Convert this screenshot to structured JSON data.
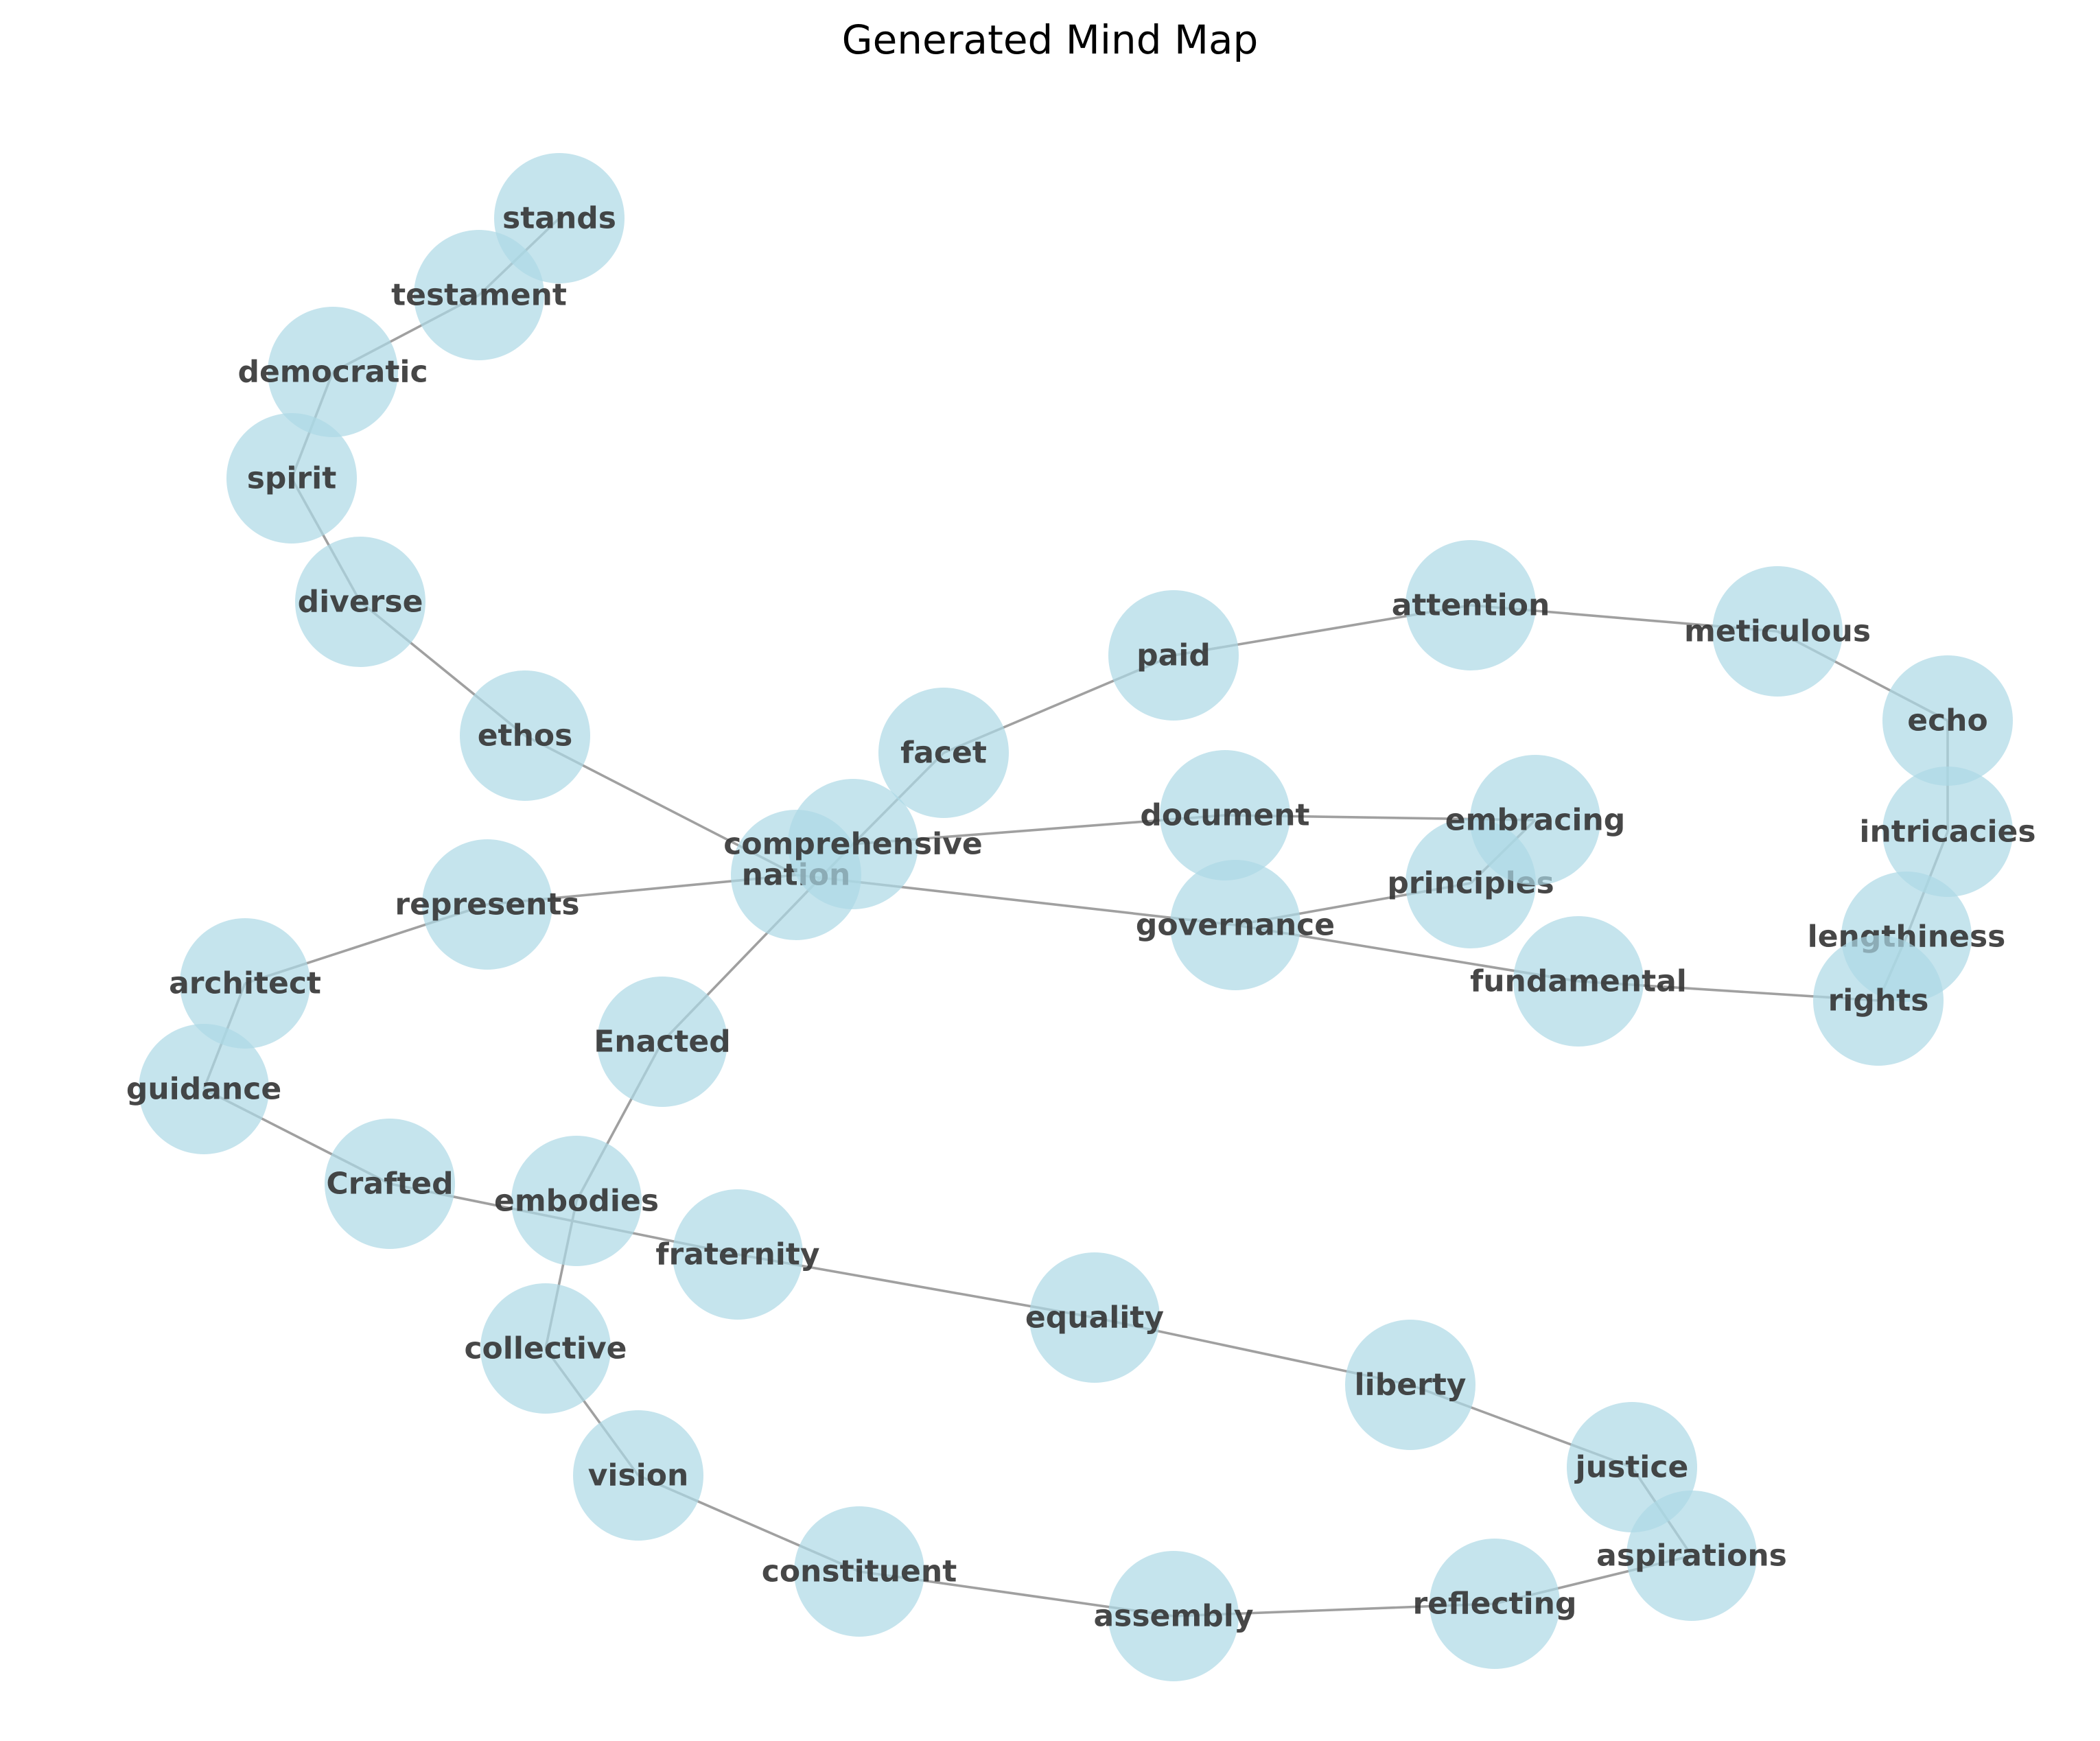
{
  "title": "Generated Mind Map",
  "colors": {
    "node_fill": "#add8e6",
    "edge": "#a0a0a0",
    "label": "#333333",
    "title": "#000000"
  },
  "nodes": [
    {
      "id": "stands",
      "label": "stands"
    },
    {
      "id": "testament",
      "label": "testament"
    },
    {
      "id": "democratic",
      "label": "democratic"
    },
    {
      "id": "spirit",
      "label": "spirit"
    },
    {
      "id": "diverse",
      "label": "diverse"
    },
    {
      "id": "ethos",
      "label": "ethos"
    },
    {
      "id": "nation",
      "label": "nation"
    },
    {
      "id": "comprehensive",
      "label": "comprehensive"
    },
    {
      "id": "facet",
      "label": "facet"
    },
    {
      "id": "paid",
      "label": "paid"
    },
    {
      "id": "attention",
      "label": "attention"
    },
    {
      "id": "meticulous",
      "label": "meticulous"
    },
    {
      "id": "echo",
      "label": "echo"
    },
    {
      "id": "intricacies",
      "label": "intricacies"
    },
    {
      "id": "lengthiness",
      "label": "lengthiness"
    },
    {
      "id": "rights",
      "label": "rights"
    },
    {
      "id": "fundamental",
      "label": "fundamental"
    },
    {
      "id": "governance",
      "label": "governance"
    },
    {
      "id": "principles",
      "label": "principles"
    },
    {
      "id": "embracing",
      "label": "embracing"
    },
    {
      "id": "document",
      "label": "document"
    },
    {
      "id": "represents",
      "label": "represents"
    },
    {
      "id": "architect",
      "label": "architect"
    },
    {
      "id": "guidance",
      "label": "guidance"
    },
    {
      "id": "Crafted",
      "label": "Crafted"
    },
    {
      "id": "embodies",
      "label": "embodies"
    },
    {
      "id": "Enacted",
      "label": "Enacted"
    },
    {
      "id": "fraternity",
      "label": "fraternity"
    },
    {
      "id": "equality",
      "label": "equality"
    },
    {
      "id": "liberty",
      "label": "liberty"
    },
    {
      "id": "justice",
      "label": "justice"
    },
    {
      "id": "aspirations",
      "label": "aspirations"
    },
    {
      "id": "reflecting",
      "label": "reflecting"
    },
    {
      "id": "assembly",
      "label": "assembly"
    },
    {
      "id": "constituent",
      "label": "constituent"
    },
    {
      "id": "vision",
      "label": "vision"
    },
    {
      "id": "collective",
      "label": "collective"
    }
  ],
  "edges": [
    [
      "stands",
      "testament"
    ],
    [
      "testament",
      "democratic"
    ],
    [
      "democratic",
      "spirit"
    ],
    [
      "spirit",
      "diverse"
    ],
    [
      "diverse",
      "ethos"
    ],
    [
      "ethos",
      "nation"
    ],
    [
      "nation",
      "represents"
    ],
    [
      "represents",
      "architect"
    ],
    [
      "architect",
      "guidance"
    ],
    [
      "guidance",
      "Crafted"
    ],
    [
      "Crafted",
      "fraternity"
    ],
    [
      "fraternity",
      "equality"
    ],
    [
      "equality",
      "liberty"
    ],
    [
      "liberty",
      "justice"
    ],
    [
      "justice",
      "aspirations"
    ],
    [
      "aspirations",
      "reflecting"
    ],
    [
      "reflecting",
      "assembly"
    ],
    [
      "assembly",
      "constituent"
    ],
    [
      "constituent",
      "vision"
    ],
    [
      "vision",
      "collective"
    ],
    [
      "collective",
      "embodies"
    ],
    [
      "embodies",
      "Enacted"
    ],
    [
      "Enacted",
      "comprehensive"
    ],
    [
      "comprehensive",
      "facet"
    ],
    [
      "facet",
      "paid"
    ],
    [
      "paid",
      "attention"
    ],
    [
      "attention",
      "meticulous"
    ],
    [
      "meticulous",
      "echo"
    ],
    [
      "echo",
      "intricacies"
    ],
    [
      "intricacies",
      "lengthiness"
    ],
    [
      "lengthiness",
      "rights"
    ],
    [
      "rights",
      "fundamental"
    ],
    [
      "fundamental",
      "governance"
    ],
    [
      "governance",
      "nation"
    ],
    [
      "governance",
      "principles"
    ],
    [
      "principles",
      "embracing"
    ],
    [
      "embracing",
      "document"
    ],
    [
      "document",
      "comprehensive"
    ]
  ]
}
